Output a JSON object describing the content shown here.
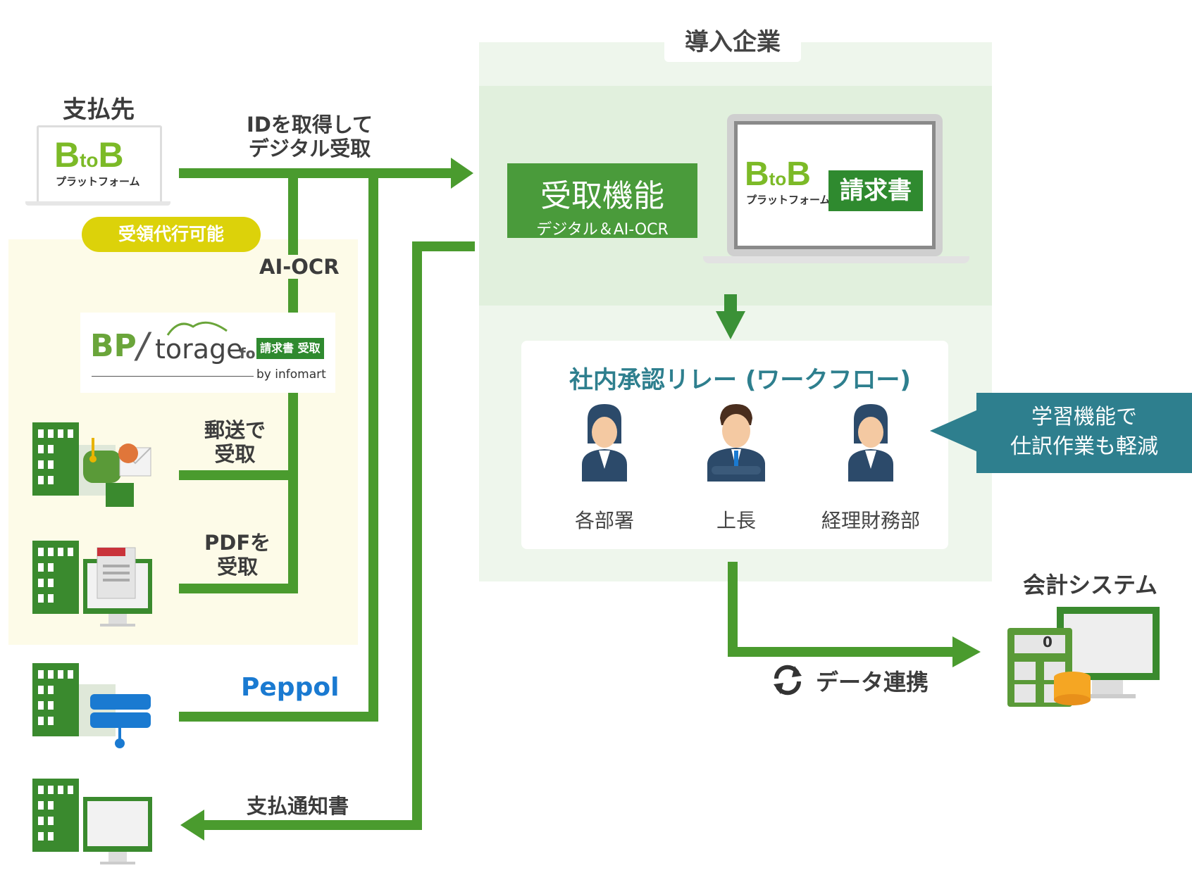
{
  "company": {
    "tag": "導入企業"
  },
  "payee": {
    "label": "支払先"
  },
  "btob_logo": {
    "b1": "B",
    "to": "to",
    "b2": "B",
    "sub": "プラットフォーム"
  },
  "agency": {
    "pill": "受領代行可能"
  },
  "flows": {
    "id_digital": "IDを取得して\nデジタル受取",
    "ai_ocr": "AI-OCR",
    "mail": "郵送で\n受取",
    "pdf": "PDFを\n受取",
    "peppol": "Peppol",
    "payment_notice": "支払通知書",
    "data_link": "データ連携"
  },
  "bpstorage": {
    "bp": "BP",
    "storage": "torage",
    "for": "for",
    "tag": "請求書 受取",
    "by": "by infomart"
  },
  "receive": {
    "title": "受取機能",
    "subtitle": "デジタル＆AI-OCR"
  },
  "invoice": {
    "label": "請求書"
  },
  "workflow": {
    "title": "社内承認リレー (ワークフロー)",
    "people": [
      "各部署",
      "上長",
      "経理財務部"
    ]
  },
  "callout": {
    "line1": "学習機能で",
    "line2": "仕訳作業も軽減"
  },
  "accounting": {
    "label": "会計システム",
    "display": "0"
  },
  "colors": {
    "flow_green": "#4a9b2e",
    "accent_teal": "#2e7f8e",
    "yellow": "#dcd20a",
    "peppol_blue": "#1a7ad1"
  }
}
